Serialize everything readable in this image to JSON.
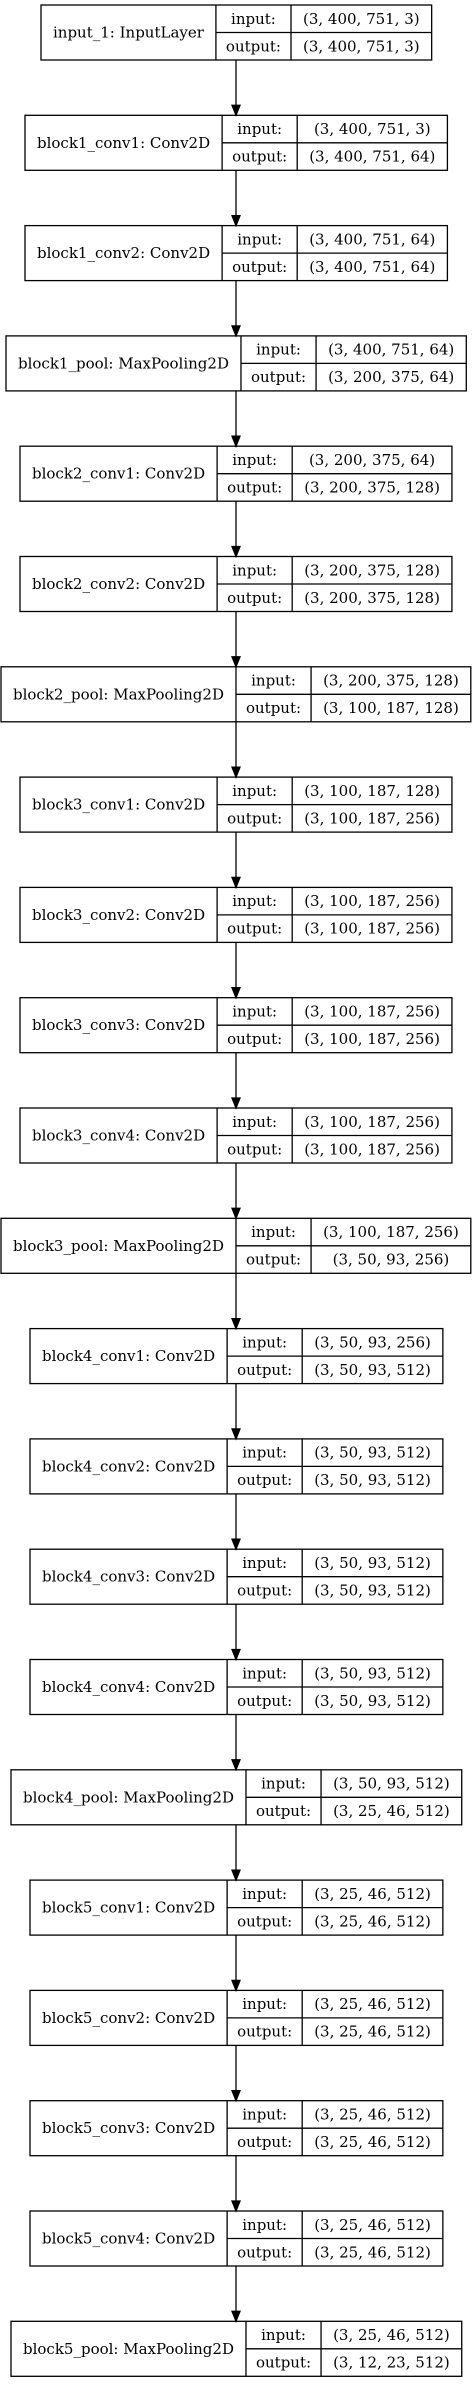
{
  "labels": {
    "input": "input:",
    "output": "output:"
  },
  "nodes": [
    {
      "name": "input_1: InputLayer",
      "input": "(3, 400, 751, 3)",
      "output": "(3, 400, 751, 3)"
    },
    {
      "name": "block1_conv1: Conv2D",
      "input": "(3, 400, 751, 3)",
      "output": "(3, 400, 751, 64)"
    },
    {
      "name": "block1_conv2: Conv2D",
      "input": "(3, 400, 751, 64)",
      "output": "(3, 400, 751, 64)"
    },
    {
      "name": "block1_pool: MaxPooling2D",
      "input": "(3, 400, 751, 64)",
      "output": "(3, 200, 375, 64)"
    },
    {
      "name": "block2_conv1: Conv2D",
      "input": "(3, 200, 375, 64)",
      "output": "(3, 200, 375, 128)"
    },
    {
      "name": "block2_conv2: Conv2D",
      "input": "(3, 200, 375, 128)",
      "output": "(3, 200, 375, 128)"
    },
    {
      "name": "block2_pool: MaxPooling2D",
      "input": "(3, 200, 375, 128)",
      "output": "(3, 100, 187, 128)"
    },
    {
      "name": "block3_conv1: Conv2D",
      "input": "(3, 100, 187, 128)",
      "output": "(3, 100, 187, 256)"
    },
    {
      "name": "block3_conv2: Conv2D",
      "input": "(3, 100, 187, 256)",
      "output": "(3, 100, 187, 256)"
    },
    {
      "name": "block3_conv3: Conv2D",
      "input": "(3, 100, 187, 256)",
      "output": "(3, 100, 187, 256)"
    },
    {
      "name": "block3_conv4: Conv2D",
      "input": "(3, 100, 187, 256)",
      "output": "(3, 100, 187, 256)"
    },
    {
      "name": "block3_pool: MaxPooling2D",
      "input": "(3, 100, 187, 256)",
      "output": "(3, 50, 93, 256)"
    },
    {
      "name": "block4_conv1: Conv2D",
      "input": "(3, 50, 93, 256)",
      "output": "(3, 50, 93, 512)"
    },
    {
      "name": "block4_conv2: Conv2D",
      "input": "(3, 50, 93, 512)",
      "output": "(3, 50, 93, 512)"
    },
    {
      "name": "block4_conv3: Conv2D",
      "input": "(3, 50, 93, 512)",
      "output": "(3, 50, 93, 512)"
    },
    {
      "name": "block4_conv4: Conv2D",
      "input": "(3, 50, 93, 512)",
      "output": "(3, 50, 93, 512)"
    },
    {
      "name": "block4_pool: MaxPooling2D",
      "input": "(3, 50, 93, 512)",
      "output": "(3, 25, 46, 512)"
    },
    {
      "name": "block5_conv1: Conv2D",
      "input": "(3, 25, 46, 512)",
      "output": "(3, 25, 46, 512)"
    },
    {
      "name": "block5_conv2: Conv2D",
      "input": "(3, 25, 46, 512)",
      "output": "(3, 25, 46, 512)"
    },
    {
      "name": "block5_conv3: Conv2D",
      "input": "(3, 25, 46, 512)",
      "output": "(3, 25, 46, 512)"
    },
    {
      "name": "block5_conv4: Conv2D",
      "input": "(3, 25, 46, 512)",
      "output": "(3, 25, 46, 512)"
    },
    {
      "name": "block5_pool: MaxPooling2D",
      "input": "(3, 25, 46, 512)",
      "output": "(3, 12, 23, 512)"
    }
  ]
}
